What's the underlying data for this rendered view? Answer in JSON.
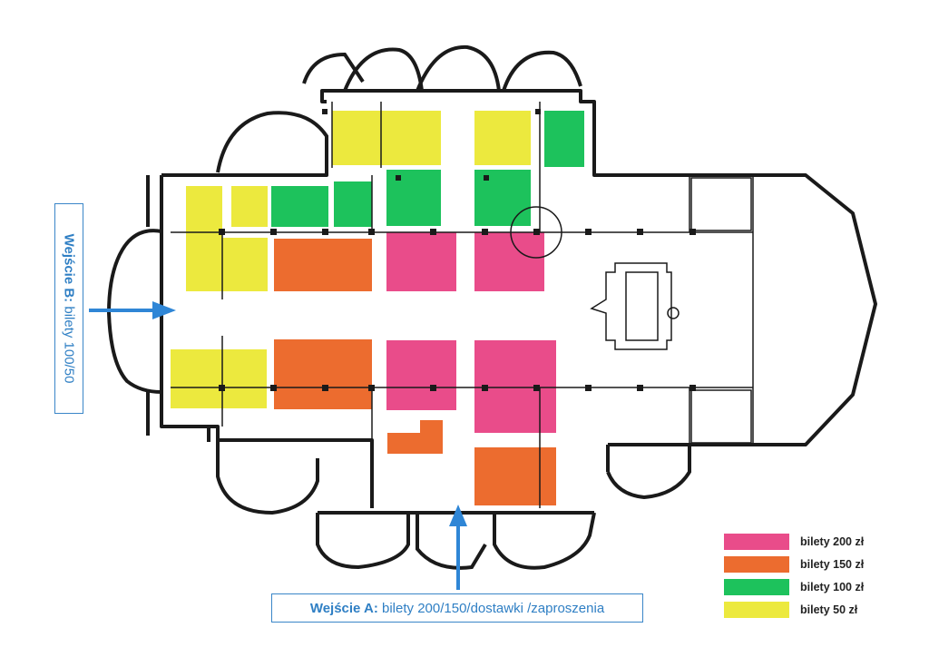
{
  "colors": {
    "tier_200": "#e94c8a",
    "tier_150": "#ec6c2f",
    "tier_100": "#1dc25c",
    "tier_50": "#ece93e",
    "arrow": "#2f86d6",
    "walls": "#1a1a1a"
  },
  "entrance_a": {
    "title": "Wejście A:",
    "detail": " bilety 200/150/dostawki /zaproszenia"
  },
  "entrance_b": {
    "title": "Wejście B:",
    "detail": "  bilety 100/50"
  },
  "legend": [
    {
      "label": "bilety 200 zł",
      "color": "#e94c8a"
    },
    {
      "label": "bilety 150 zł",
      "color": "#ec6c2f"
    },
    {
      "label": "bilety 100 zł",
      "color": "#1dc25c"
    },
    {
      "label": "bilety 50 zł",
      "color": "#ece93e"
    }
  ]
}
